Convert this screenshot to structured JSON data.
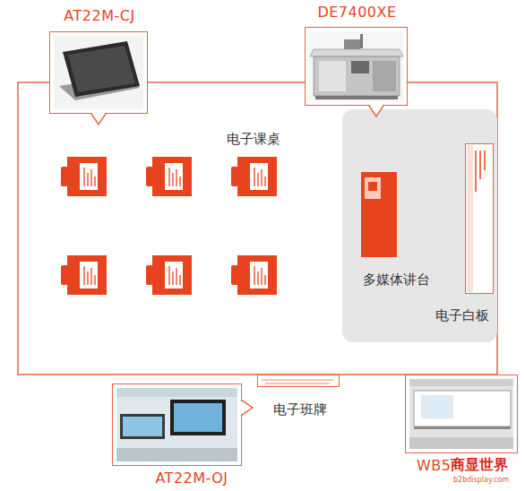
{
  "diagram": {
    "nodes": [
      {
        "text": [
          "AT22M-CJ"
        ]
      },
      {
        "text": [
          "DE7400XE"
        ]
      },
      {
        "text": [
          "多媒体讲台"
        ]
      },
      {
        "text": [
          "电子白板"
        ]
      },
      {
        "text": [
          "电子班牌"
        ]
      },
      {
        "text": [
          "AT22M-OJ"
        ]
      },
      {
        "text": [
          "WB5"
        ]
      }
    ],
    "labels": [
      "电子课桌",
      "商显世界",
      "b2bdisplay.com"
    ]
  }
}
